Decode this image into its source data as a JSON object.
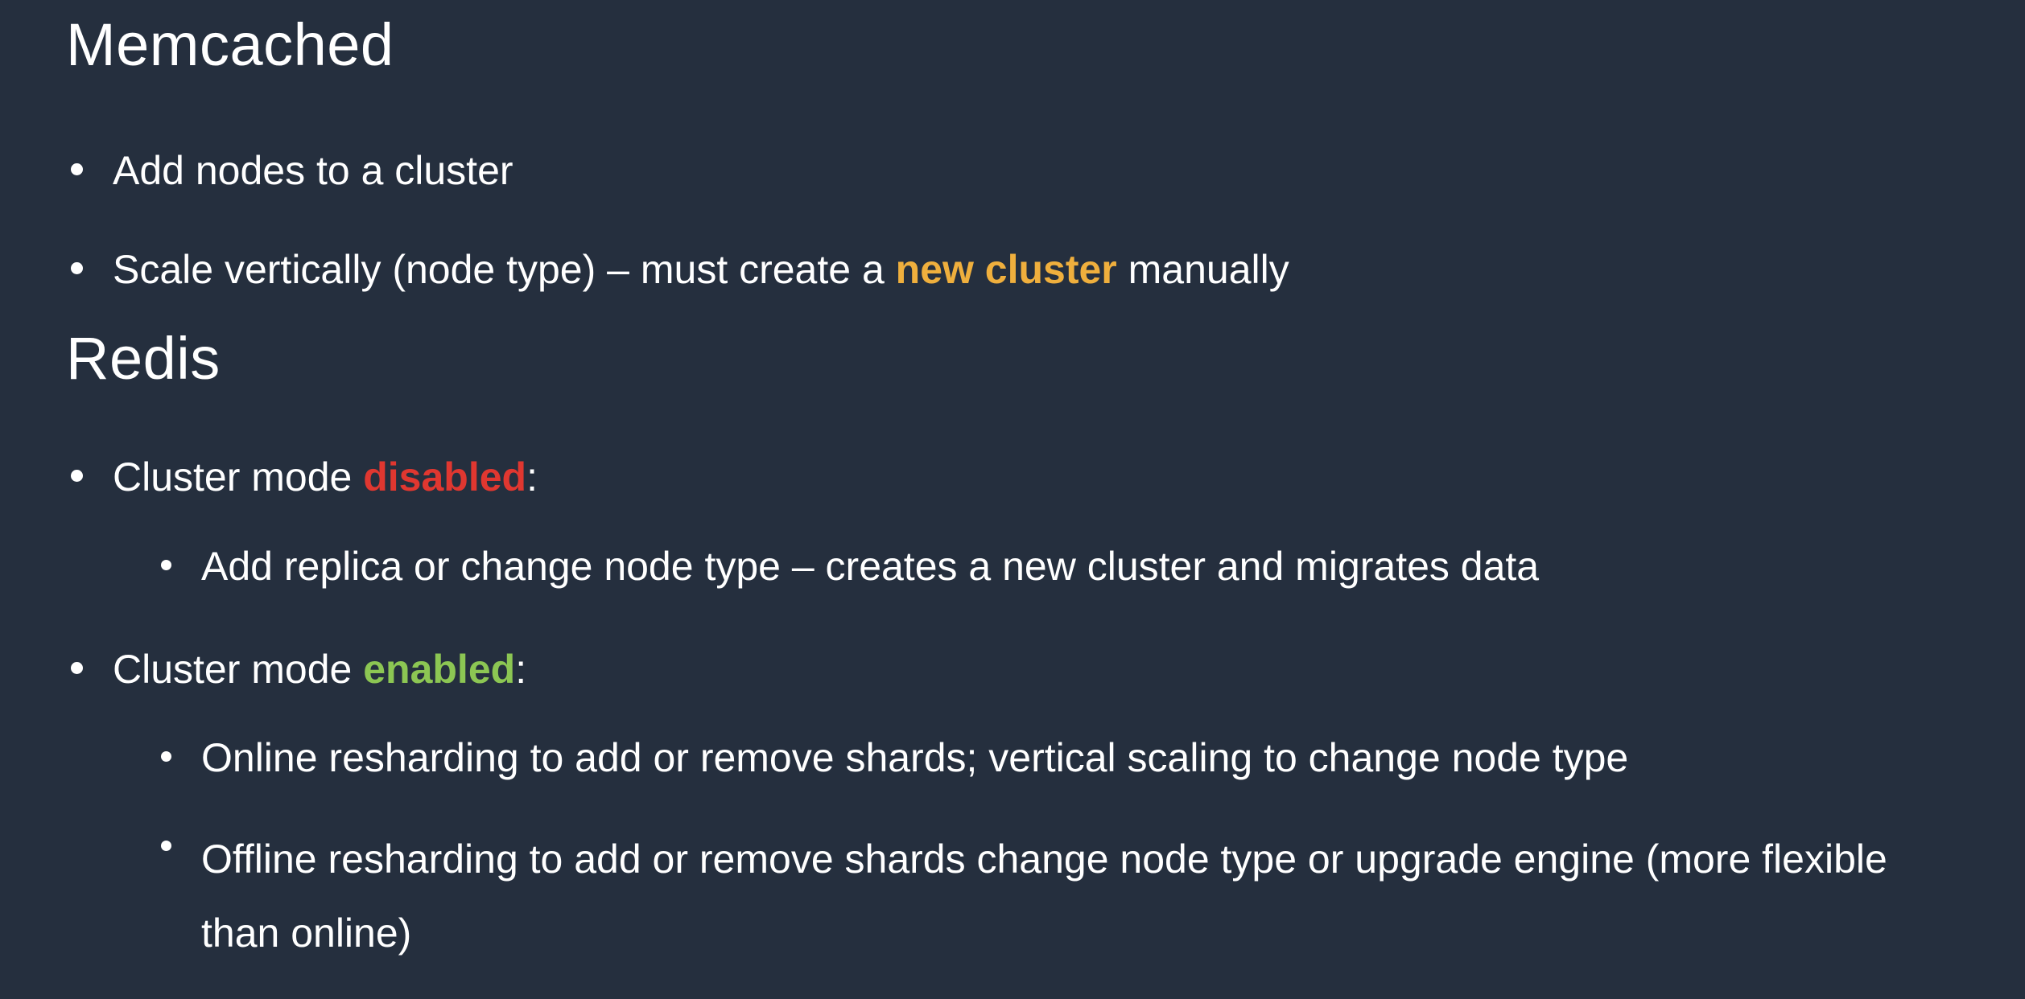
{
  "colors": {
    "background": "#252F3E",
    "text": "#FFFFFF",
    "highlight_amber": "#EFAF3D",
    "highlight_red": "#E03730",
    "highlight_green": "#8CC653"
  },
  "memcached": {
    "heading": "Memcached",
    "bullet_add_nodes": "Add nodes to a cluster",
    "bullet_scale": {
      "pre": "Scale vertically (node type) – must create a ",
      "highlight": "new cluster",
      "post": " manually"
    }
  },
  "redis": {
    "heading": "Redis",
    "bullet_disabled": {
      "pre": "Cluster mode ",
      "highlight": "disabled",
      "post": ":"
    },
    "disabled_sub": "Add replica or change node type – creates a new cluster and migrates data",
    "bullet_enabled": {
      "pre": "Cluster mode ",
      "highlight": "enabled",
      "post": ":"
    },
    "enabled_sub_online": "Online resharding to add or remove shards; vertical scaling to change node type",
    "enabled_sub_offline": "Offline resharding to add or remove shards change node type or upgrade engine (more flexible than online)"
  }
}
